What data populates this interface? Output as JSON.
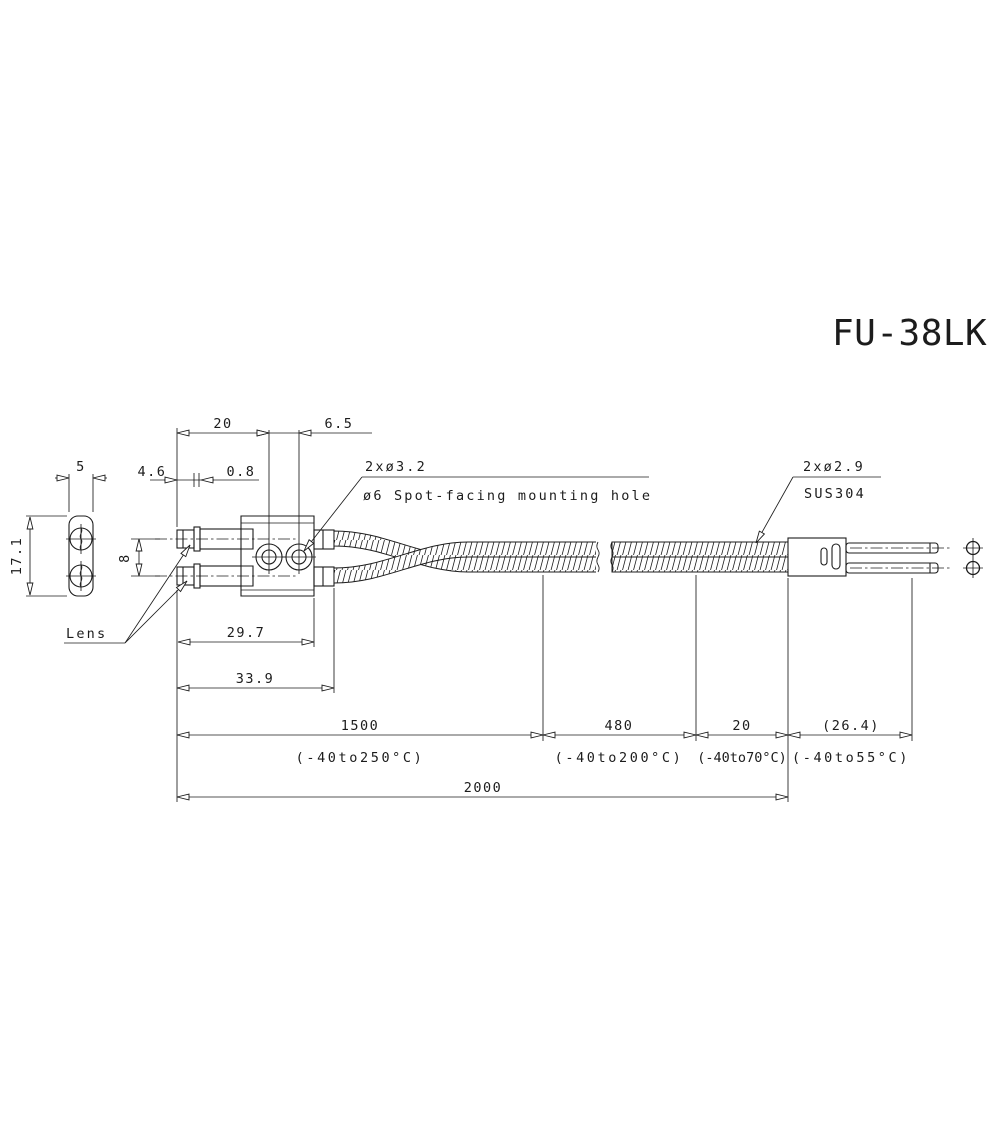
{
  "colors": {
    "line": "#1c1c1c",
    "background": "#ffffff"
  },
  "title": "FU-38LK",
  "labels": {
    "lens": "Lens",
    "mounting_hole_qty_dia": "2xø3.2",
    "mounting_hole_spec": "ø6 Spot-facing mounting hole",
    "fiber_qty_dia": "2xø2.9",
    "sheath_material": "SUS304"
  },
  "dimensions": {
    "head_width": "5",
    "head_height": "17.1",
    "lens_tip_length": "4.6",
    "flange_thickness": "0.8",
    "hole_offset": "20",
    "hole_pitch": "6.5",
    "lens_pitch": "8",
    "body_length": "29.7",
    "head_length": "33.9",
    "segment1_length": "1500",
    "segment1_temp": "(-40to250°C)",
    "segment2_length": "480",
    "segment2_temp": "(-40to200°C)",
    "segment3_length": "20",
    "segment3_temp": "(-40to70°C)",
    "segment4_length": "(26.4)",
    "segment4_temp": "(-40to55°C)",
    "total_length": "2000"
  }
}
